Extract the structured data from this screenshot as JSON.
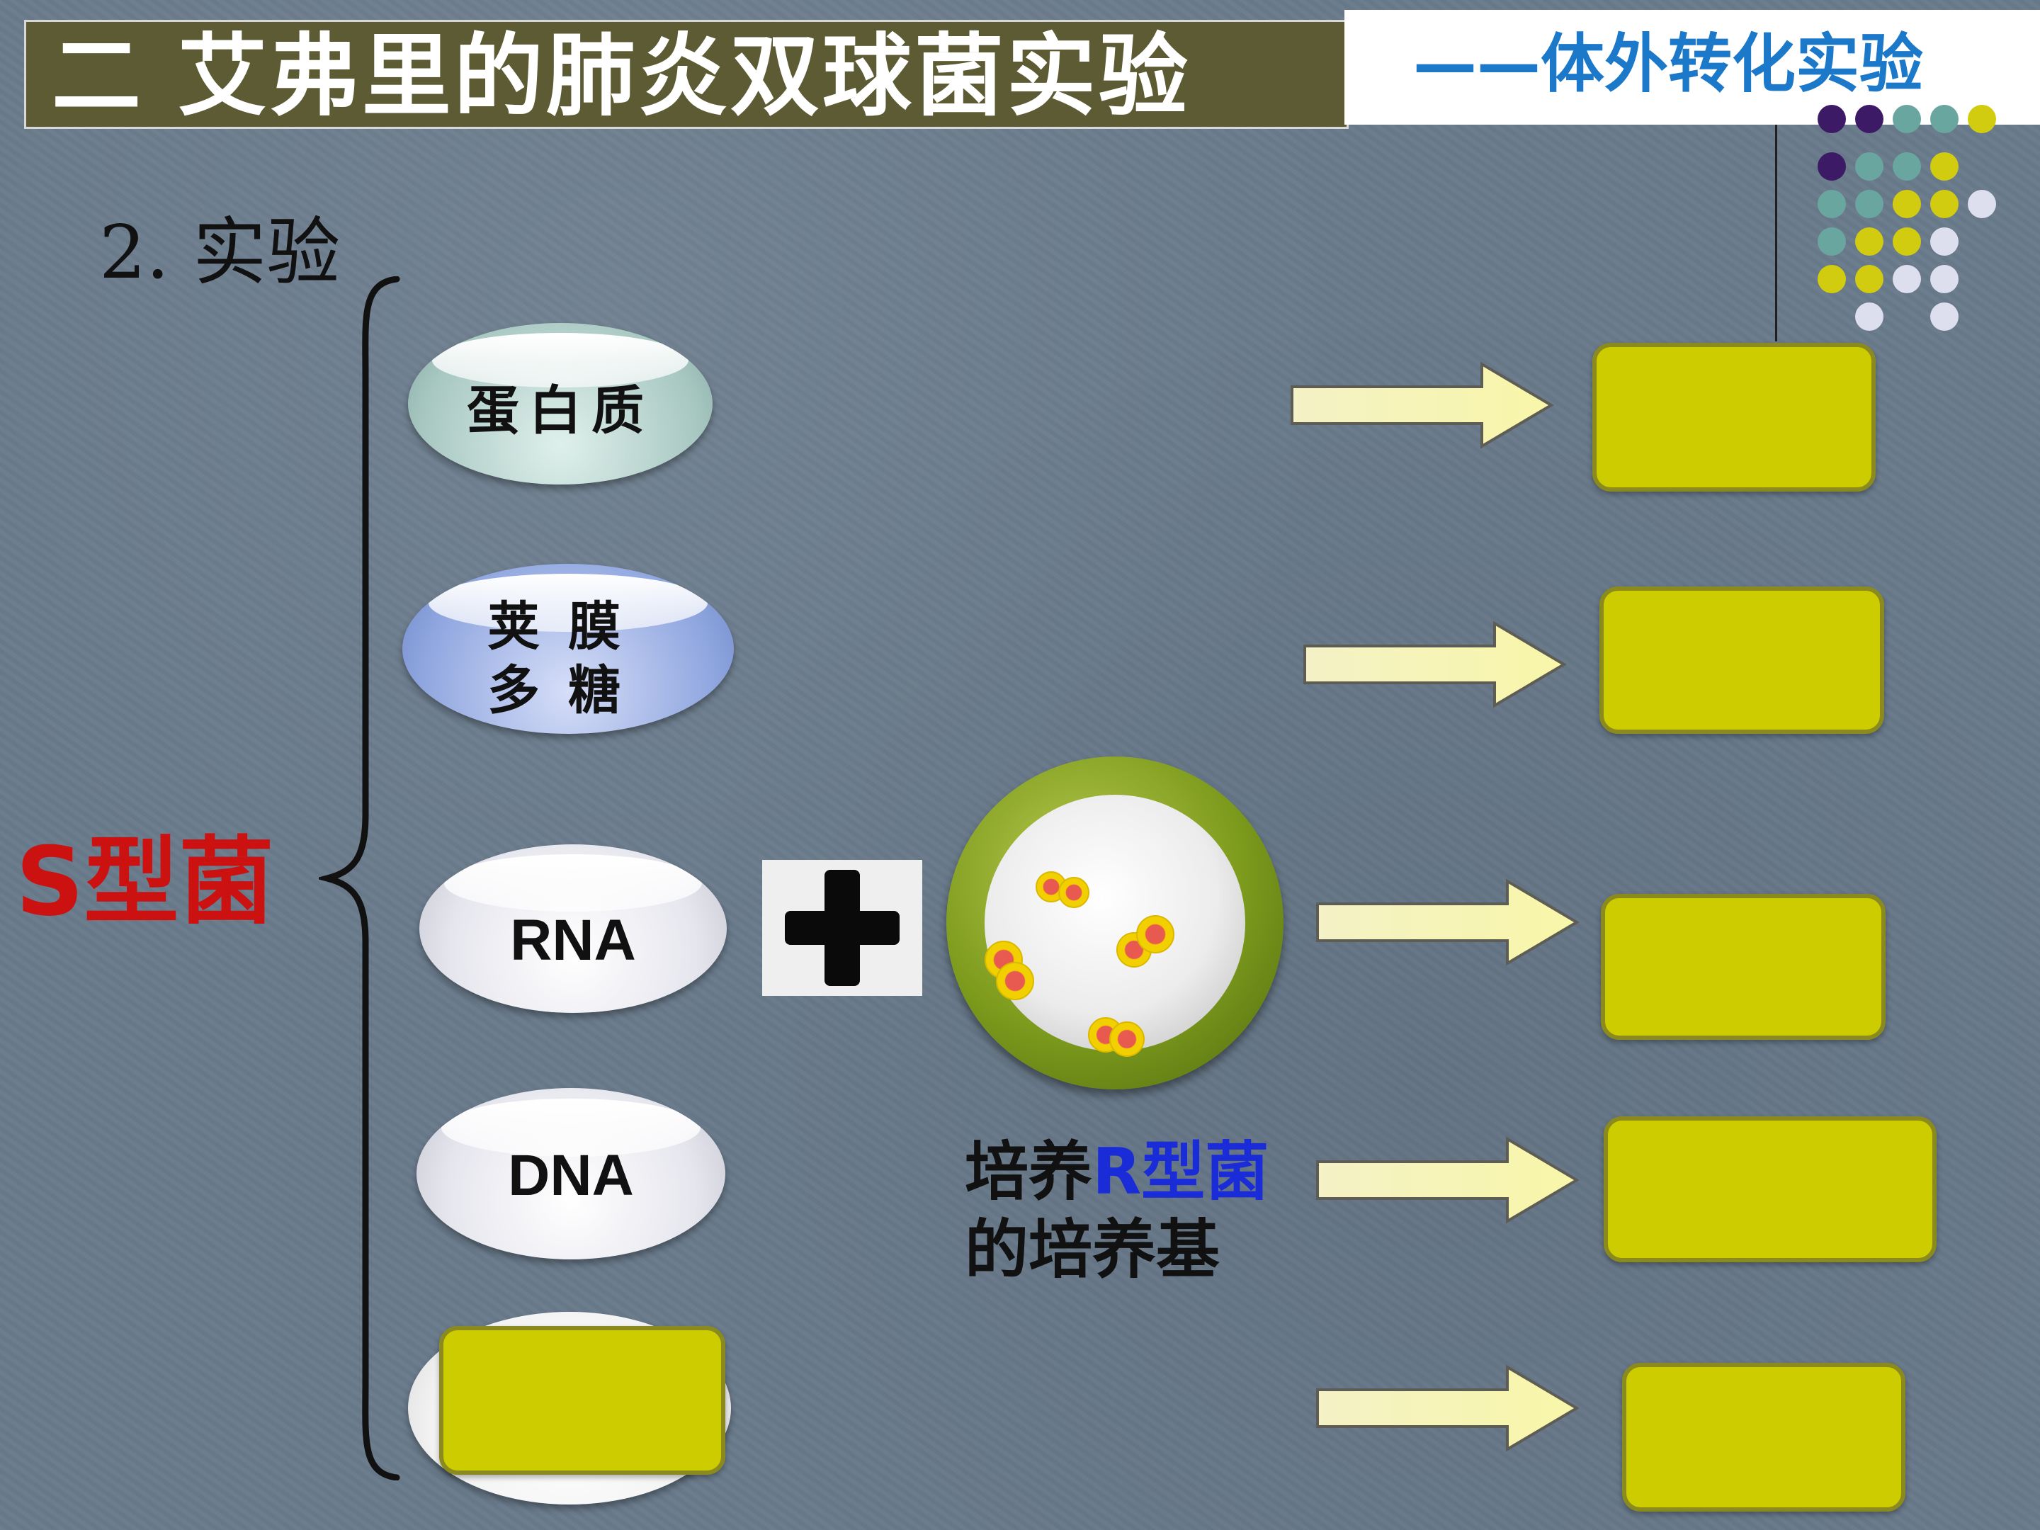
{
  "header": {
    "title": "二  艾弗里的肺炎双球菌实验",
    "subtitle": "——体外转化实验"
  },
  "section_label": "2. 实验",
  "source_label": "S型菌",
  "components": [
    {
      "label_lines": [
        "蛋白质"
      ]
    },
    {
      "label_lines": [
        "荚膜",
        "多糖"
      ]
    },
    {
      "label_lines": [
        "RNA"
      ]
    },
    {
      "label_lines": [
        "DNA"
      ]
    },
    {
      "label_lines": []
    }
  ],
  "medium": {
    "prefix": "培养",
    "highlight": "R型菌",
    "line2": "的培养基"
  },
  "colors": {
    "title_bg": "#5c5b34",
    "subtitle_text": "#1c78c8",
    "source_label": "#cc1111",
    "medium_highlight": "#1a2bd8",
    "result_box": "#cccc00",
    "arrow_fill": "#f8f6b8",
    "dot_colors": [
      "#3d1a66",
      "#6aa6a0",
      "#d2cc10",
      "#dedfee"
    ]
  },
  "icons": [
    "plus-icon",
    "petri-dish-icon",
    "right-arrow-icon",
    "brace-icon"
  ]
}
